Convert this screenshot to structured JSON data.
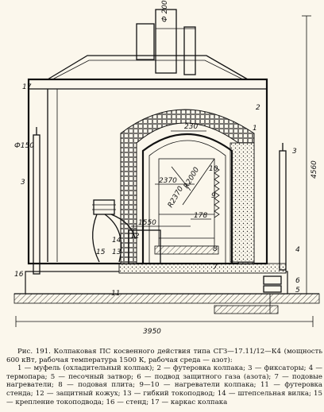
{
  "labels": {
    "n1": "1",
    "n2": "2",
    "n3a": "3",
    "n3b": "3",
    "n4": "4",
    "n5": "5",
    "n6": "6",
    "n7": "7",
    "n8": "8",
    "n9": "9",
    "n10": "10",
    "n11": "11",
    "n12": "12",
    "n13": "13",
    "n14": "14",
    "n15": "15",
    "n16": "16",
    "n17": "17"
  },
  "dimensions": {
    "d200": "Ф 200",
    "d150": "Ф150",
    "d230": "230",
    "d2370": "2370",
    "r2370": "R2370",
    "r2000": "R2000",
    "d178": "178",
    "d1550": "1550",
    "d4560": "4560",
    "d3950": "3950"
  },
  "caption": {
    "line1": "Рис. 191. Колпаковая ПС косвенного действия типа СГЗ—17.11/12—К4 (мощность 600 кВт, рабочая температура 1500 К, рабочая среда — азот):",
    "line2": "1 — муфель (охладительный колпак); 2 — футеровка колпака; 3 — фиксаторы; 4 — термопара; 5 — песочный затвор; 6 — подвод защитного газа (азота); 7 — подовые нагреватели; 8 — подовая плита; 9—10 — нагреватели колпака; 11 — футеровка стенда; 12 — защитный кожух; 13 — гибкий токоподвод; 14 — штепсельная вилка; 15 — крепление токоподвода; 16 — стенд; 17 — каркас колпака"
  }
}
